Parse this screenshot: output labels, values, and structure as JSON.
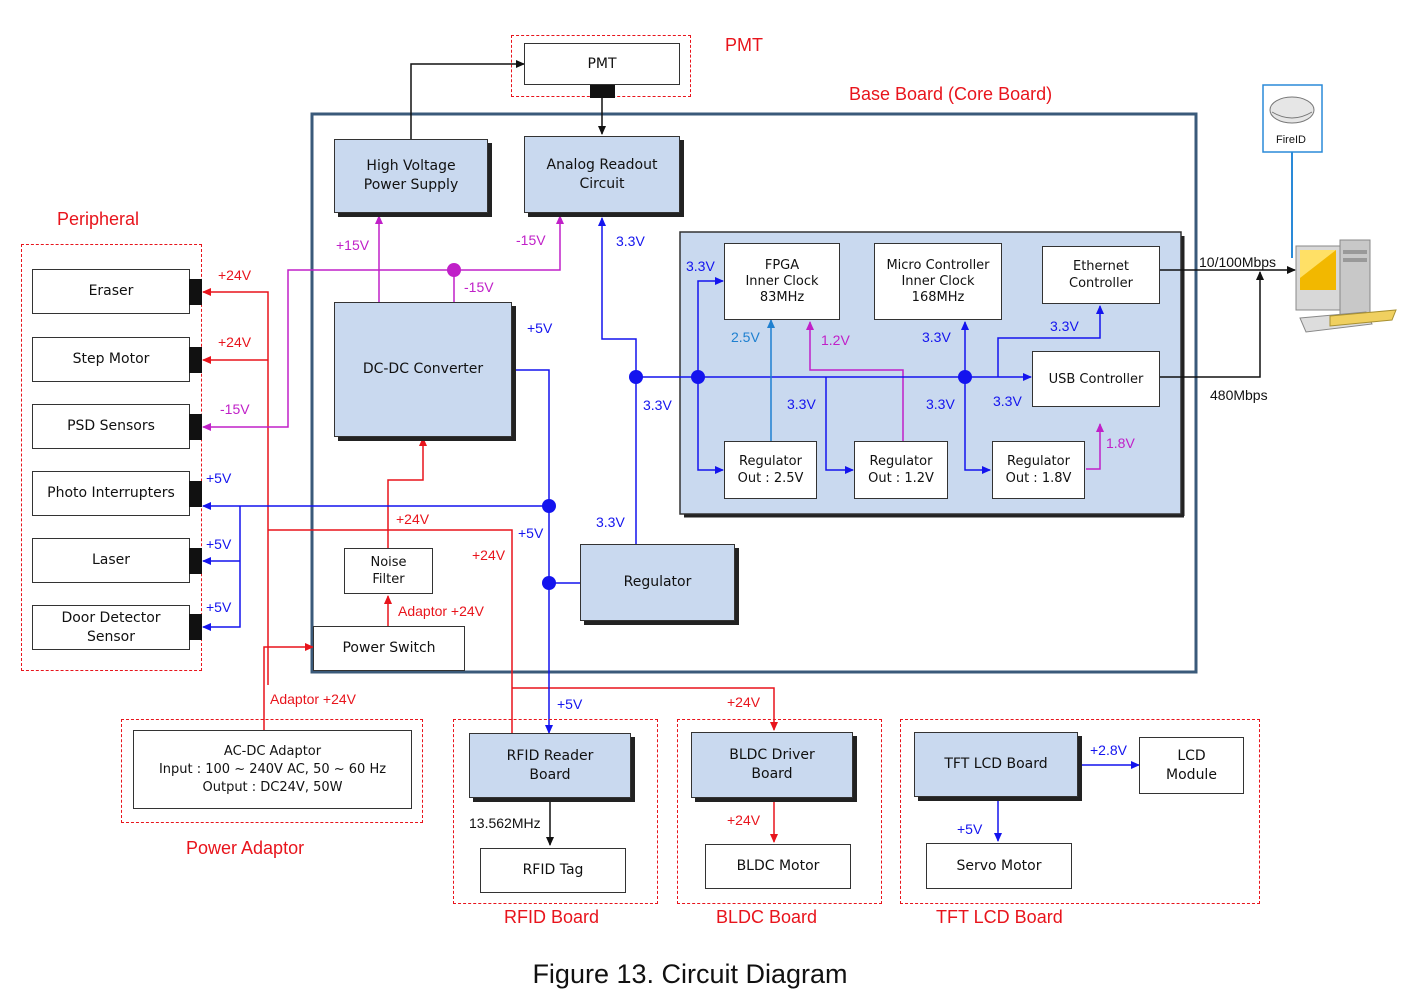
{
  "caption": "Figure 13. Circuit Diagram",
  "groups": {
    "pmt": "PMT",
    "base": "Base Board (Core Board)",
    "peripheral": "Peripheral",
    "power_adaptor": "Power Adaptor",
    "rfid": "RFID Board",
    "bldc": "BLDC Board",
    "tft": "TFT LCD Board"
  },
  "boxes": {
    "pmt": "PMT",
    "hv": "High Voltage\nPower Supply",
    "analog": "Analog Readout\nCircuit",
    "dcdc": "DC-DC Converter",
    "fpga": "FPGA\nInner Clock\n83MHz",
    "micro": "Micro Controller\nInner Clock\n168MHz",
    "ethernet": "Ethernet\nController",
    "usb": "USB Controller",
    "reg25": "Regulator\nOut : 2.5V",
    "reg12": "Regulator\nOut : 1.2V",
    "reg18": "Regulator\nOut : 1.8V",
    "regulator": "Regulator",
    "noise": "Noise\nFilter",
    "power_switch": "Power Switch",
    "eraser": "Eraser",
    "step_motor": "Step Motor",
    "psd": "PSD Sensors",
    "photo": "Photo Interrupters",
    "laser": "Laser",
    "door": "Door Detector\nSensor",
    "acdc": "AC-DC Adaptor\nInput : 100 ~ 240V AC, 50 ~ 60 Hz\nOutput : DC24V, 50W",
    "rfid_reader": "RFID Reader\nBoard",
    "rfid_tag": "RFID Tag",
    "bldc_driver": "BLDC Driver\nBoard",
    "bldc_motor": "BLDC Motor",
    "tft_board": "TFT LCD Board",
    "lcd_module": "LCD\nModule",
    "servo": "Servo Motor",
    "fireid": "FireID"
  },
  "labels": {
    "p15": "+15V",
    "m15_hv": "-15V",
    "m15_dc": "-15V",
    "v33_analog": "3.3V",
    "p5_dc": "+5V",
    "v33_fpga": "3.3V",
    "v25": "2.5V",
    "v12": "1.2V",
    "v33_micro": "3.3V",
    "v33_eth": "3.3V",
    "v33_bus": "3.3V",
    "v33_reg12": "3.3V",
    "v33_reg18": "3.3V",
    "v33_usb": "3.3V",
    "v18": "1.8V",
    "v33_reg": "3.3V",
    "p24_noise": "+24V",
    "p5_mid": "+5V",
    "p24_mid": "+24V",
    "adaptor_24_inner": "Adaptor +24V",
    "adaptor_24_outer": "Adaptor +24V",
    "eraser_24": "+24V",
    "step_24": "+24V",
    "psd_15": "-15V",
    "photo_5": "+5V",
    "laser_5": "+5V",
    "door_5": "+5V",
    "rfid_5": "+5V",
    "bldc_24_in": "+24V",
    "bldc_24_out": "+24V",
    "mhz": "13.562MHz",
    "lcd_28": "+2.8V",
    "servo_5": "+5V",
    "eth_speed": "10/100Mbps",
    "usb_speed": "480Mbps"
  },
  "colors": {
    "red": "#e8141c",
    "blue": "#1414ee",
    "magenta": "#c020c8",
    "light_blue": "#1e80d0",
    "box_fill": "#c9d9ef",
    "board_border": "#3a5a7a"
  }
}
